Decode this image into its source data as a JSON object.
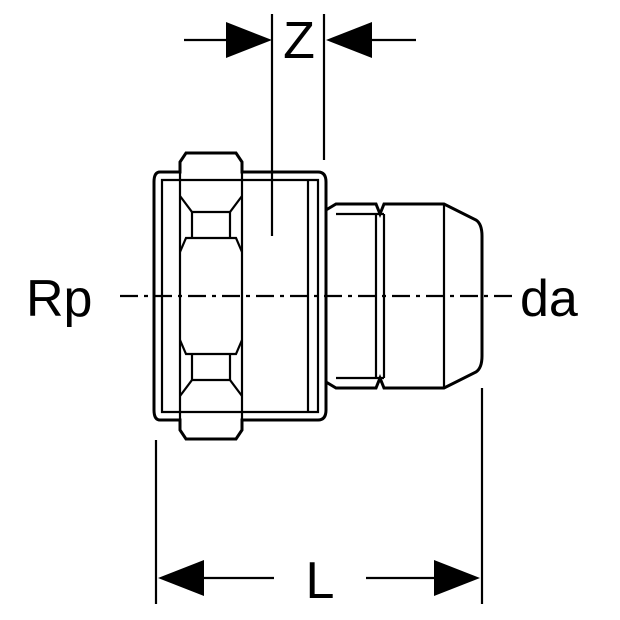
{
  "labels": {
    "z": "Z",
    "l": "L",
    "rp": "Rp",
    "da": "da"
  },
  "colors": {
    "ink": "#000000",
    "background": "#ffffff"
  }
}
